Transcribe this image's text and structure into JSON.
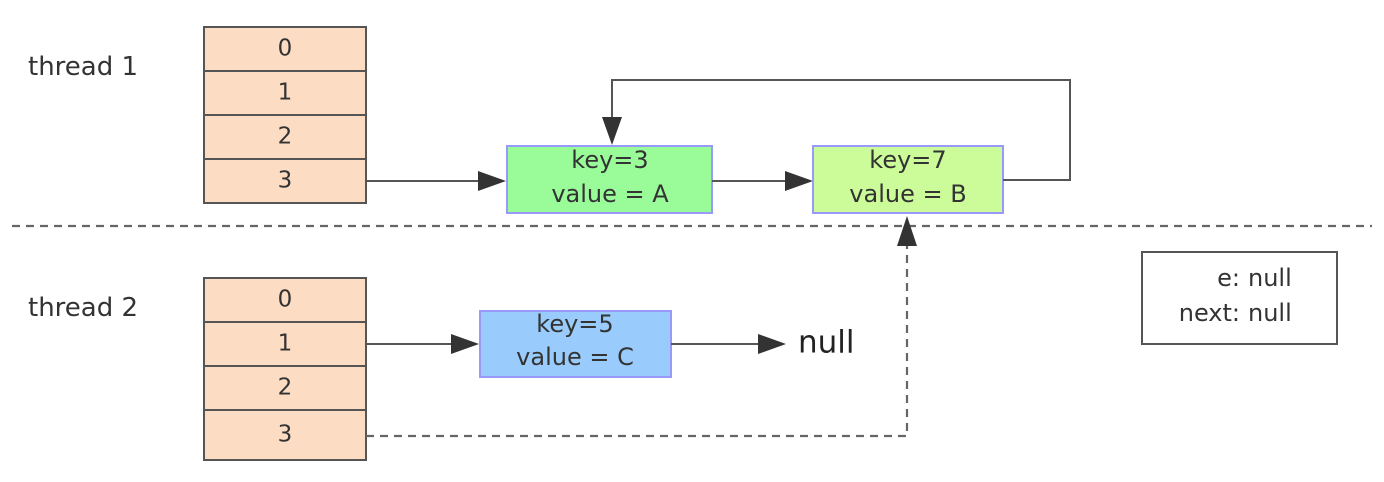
{
  "thread1": {
    "label": "thread 1",
    "table": [
      "0",
      "1",
      "2",
      "3"
    ],
    "node_a": {
      "key": "key=3",
      "value": "value = A",
      "color": "#99fc99"
    },
    "node_b": {
      "key": "key=7",
      "value": "value = B",
      "color": "#ccfc99"
    }
  },
  "thread2": {
    "label": "thread 2",
    "table": [
      "0",
      "1",
      "2",
      "3"
    ],
    "node_c": {
      "key": "key=5",
      "value": "value = C",
      "color": "#99ccfc"
    },
    "null_label": "null"
  },
  "state_box": {
    "e_label": "e:",
    "e_value": "null",
    "next_label": "next:",
    "next_value": "null"
  },
  "colors": {
    "bucket_fill": "#fcdcc3",
    "node_border": "#9999fc"
  }
}
